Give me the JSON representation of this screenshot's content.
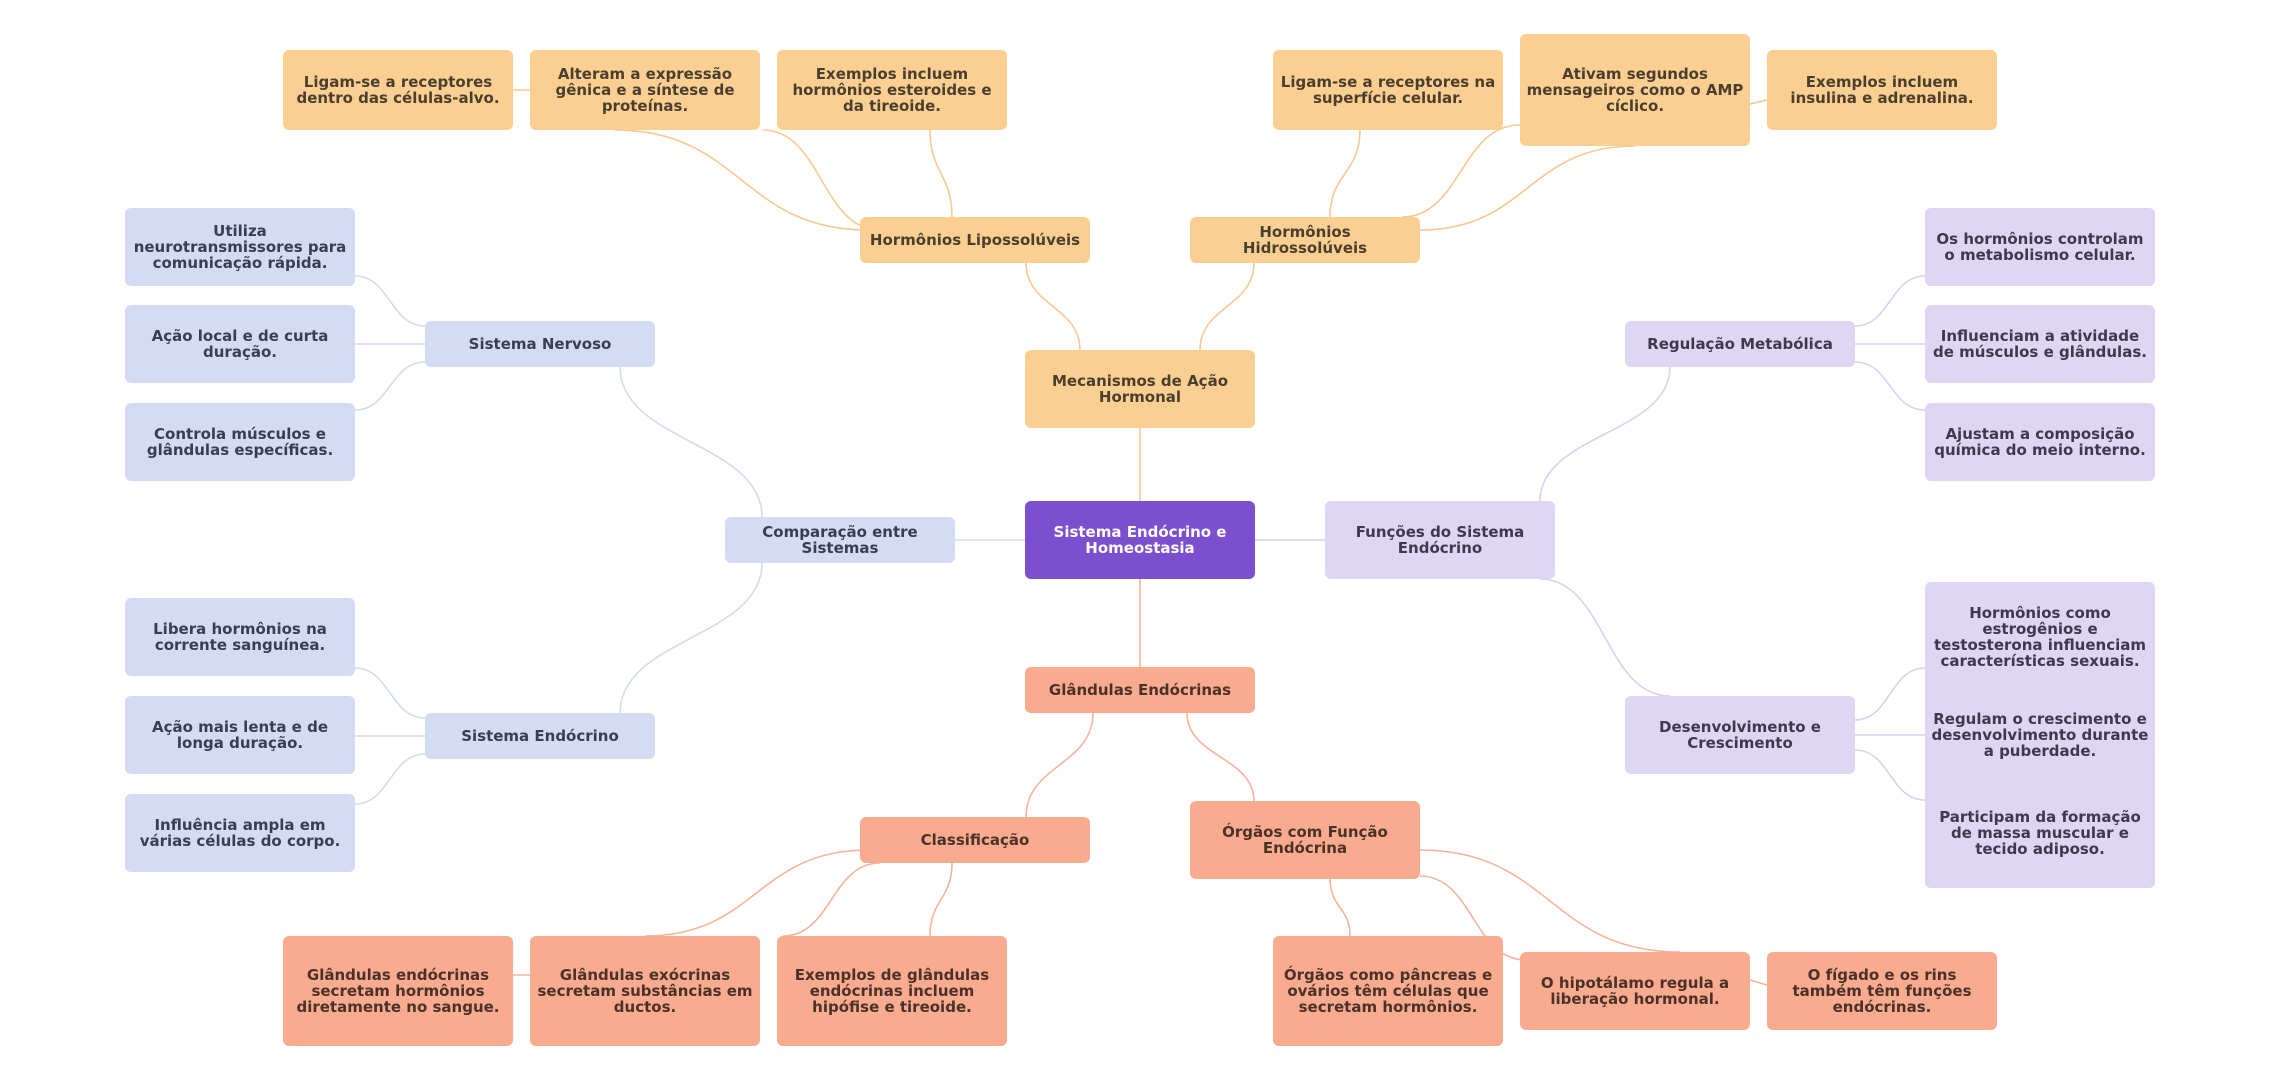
{
  "colors": {
    "root": "#7b4fce",
    "orange_box": "#fbcf91",
    "orange_line": "#f9c891",
    "purple_box": "#ded6f3",
    "purple_line": "#d7d2ef",
    "blue_box": "#d4dcf3",
    "blue_line": "#d3dbef",
    "salmon_box": "#f8ab8e",
    "salmon_line": "#f6b49a"
  },
  "mindmap": {
    "root": "Sistema Endócrino e Homeostasia",
    "mecanismos": {
      "label": "Mecanismos de Ação Hormonal",
      "lipo": {
        "label": "Hormônios Lipossolúveis",
        "leaves": [
          "Ligam-se a receptores dentro das células-alvo.",
          "Alteram a expressão gênica e a síntese de proteínas.",
          "Exemplos incluem hormônios esteroides e da tireoide."
        ]
      },
      "hidro": {
        "label": "Hormônios Hidrossolúveis",
        "leaves": [
          "Ligam-se a receptores na superfície celular.",
          "Ativam segundos mensageiros como o AMP cíclico.",
          "Exemplos incluem insulina e adrenalina."
        ]
      }
    },
    "funcoes": {
      "label": "Funções do Sistema Endócrino",
      "regulacao": {
        "label": "Regulação Metabólica",
        "leaves": [
          "Os hormônios controlam o metabolismo celular.",
          "Influenciam a atividade de músculos e glândulas.",
          "Ajustam a composição química do meio interno."
        ]
      },
      "desenvolvimento": {
        "label": "Desenvolvimento e Crescimento",
        "leaves": [
          "Hormônios como estrogênios e testosterona influenciam características sexuais.",
          "Regulam o crescimento e desenvolvimento durante a puberdade.",
          "Participam da formação de massa muscular e tecido adiposo."
        ]
      }
    },
    "comparacao": {
      "label": "Comparação entre Sistemas",
      "nervoso": {
        "label": "Sistema Nervoso",
        "leaves": [
          "Utiliza neurotransmissores para comunicação rápida.",
          "Ação local e de curta duração.",
          "Controla músculos e glândulas específicas."
        ]
      },
      "endocrino": {
        "label": "Sistema Endócrino",
        "leaves": [
          "Libera hormônios na corrente sanguínea.",
          "Ação mais lenta e de longa duração.",
          "Influência ampla em várias células do corpo."
        ]
      }
    },
    "glandulas": {
      "label": "Glândulas Endócrinas",
      "classificacao": {
        "label": "Classificação",
        "leaves": [
          "Glândulas endócrinas secretam hormônios diretamente no sangue.",
          "Glândulas exócrinas secretam substâncias em ductos.",
          "Exemplos de glândulas endócrinas incluem hipófise e tireoide."
        ]
      },
      "orgaos": {
        "label": "Órgãos com Função Endócrina",
        "leaves": [
          "Órgãos como pâncreas e ovários têm células que secretam hormônios.",
          "O hipotálamo regula a liberação hormonal.",
          "O fígado e os rins também têm funções endócrinas."
        ]
      }
    }
  }
}
